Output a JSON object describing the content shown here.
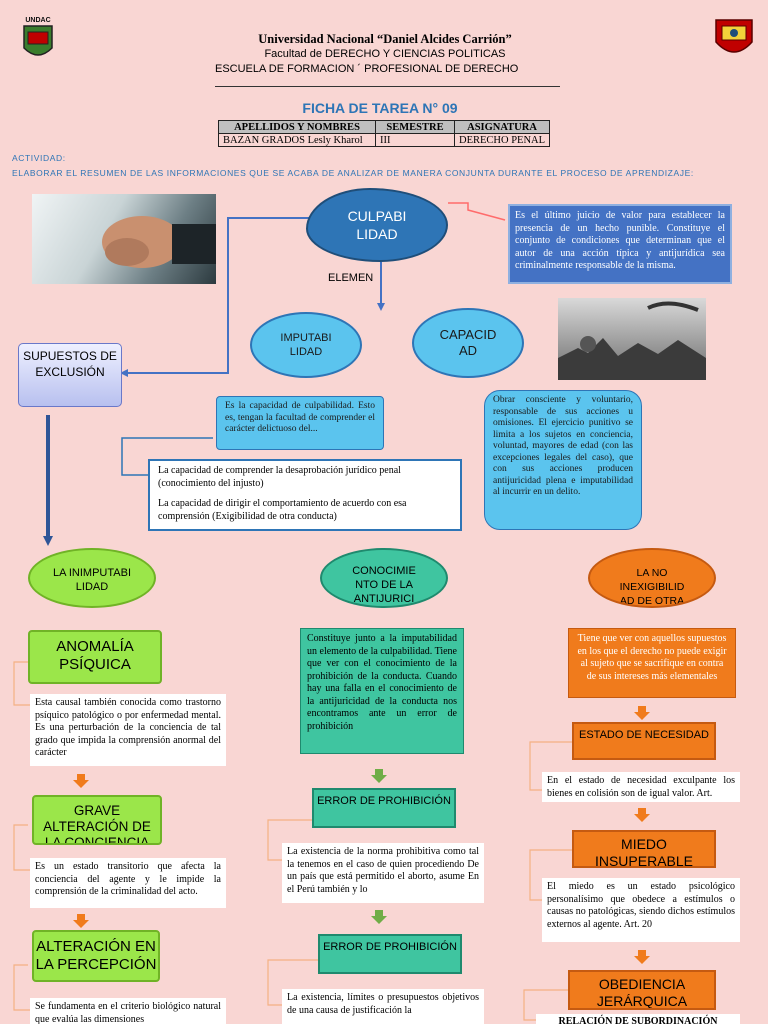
{
  "header": {
    "university": "Universidad Nacional “Daniel Alcides Carrión”",
    "faculty": "Facultad de DERECHO Y CIENCIAS POLITICAS",
    "school": "ESCUELA DE FORMACION ´ PROFESIONAL DE DERECHO",
    "logo_left_text": "UNDAC",
    "title": "FICHA DE TAREA N° 09"
  },
  "info_table": {
    "headers": [
      "APELLIDOS Y NOMBRES",
      "SEMESTRE",
      "ASIGNATURA"
    ],
    "row": [
      "BAZAN GRADOS Lesly Kharol",
      "III",
      "DERECHO PENAL"
    ]
  },
  "activity": {
    "label": "ACTIVIDAD:",
    "text": "ELABORAR EL RESUMEN DE LAS INFORMACIONES QUE SE ACABA DE ANALIZAR DE MANERA CONJUNTA DURANTE EL PROCESO DE APRENDIZAJE:"
  },
  "map": {
    "root": "CULPABI LIDAD",
    "root_definition": "Es el último juicio de valor para establecer la presencia de un hecho punible. Constituye el conjunto de condiciones que determinan que el autor de una acción típica y antijurídica sea criminalmente responsable de la misma.",
    "elements_label": "ELEMEN",
    "imputabilidad": "IMPUTABI LIDAD",
    "capacidad": "CAPACID AD",
    "supuestos": "SUPUESTOS DE EXCLUSIÓN",
    "imputabilidad_def": "Es la capacidad de culpabilidad. Esto es, tengan la facultad de comprender el carácter delictuoso del...",
    "capacidad_def": "Obrar consciente y voluntario, responsable de sus acciones u omisiones. El ejercicio punitivo se limita a los sujetos en conciencia, voluntad, mayores de edad (con las excepciones legales del caso), que con sus acciones producen antijuricidad plena e imputabilidad al incurrir en un delito.",
    "capacity_points": [
      "La capacidad de comprender la desaprobación jurídico penal (conocimiento del injusto)",
      "La capacidad de dirigir el comportamiento de acuerdo con esa comprensión (Exigibilidad de otra conducta)"
    ]
  },
  "col_left": {
    "head": "LA INIMPUTABI LIDAD",
    "items": [
      {
        "title": "ANOMALÍA PSÍQUICA",
        "text": "Esta causal también conocida como trastorno psíquico patológico o por enfermedad mental. Es una perturbación de la conciencia de tal grado que impida la comprensión anormal del carácter"
      },
      {
        "title": "GRAVE ALTERACIÓN DE LA CONCIENCIA",
        "text": "Es un estado transitorio que afecta la conciencia del agente y le impide la comprensión de la criminalidad del acto."
      },
      {
        "title": "ALTERACIÓN EN LA PERCEPCIÓN",
        "text": "Se fundamenta en el criterio biológico natural que evalúa las dimensiones"
      }
    ]
  },
  "col_mid": {
    "head": "CONOCIMIE NTO DE LA ANTIJURICI",
    "intro": "Constituye junto a la imputabilidad un elemento de la culpabilidad. Tiene que ver con el conocimiento de la prohibición de la conducta. Cuando hay una falla en el conocimiento de la antijuricidad de la conducta nos encontramos ante un error de prohibición",
    "items": [
      {
        "title": "ERROR DE PROHIBICIÓN",
        "text": "La existencia de la norma prohibitiva como tal la tenemos en el caso de quien procediendo De un país que está permitido el aborto, asume En el Perú también y lo"
      },
      {
        "title": "ERROR DE PROHIBICIÓN",
        "text": "La existencia, límites o presupuestos objetivos de una causa de justificación la"
      }
    ]
  },
  "col_right": {
    "head": "LA NO INEXIGIBILID AD DE OTRA",
    "intro": "Tiene que ver con aquellos supuestos en los que el derecho no puede exigir al sujeto que se sacrifique en contra de sus intereses más elementales",
    "items": [
      {
        "title": "ESTADO DE NECESIDAD",
        "text": "En el estado de necesidad exculpante los bienes en colisión son de igual valor. Art."
      },
      {
        "title": "MIEDO INSUPERABLE",
        "text": "El miedo es un estado psicológico personalísimo que obedece a estímulos o causas no patológicas, siendo dichos estímulos externos al agente. Art. 20"
      },
      {
        "title": "OBEDIENCIA JERÁRQUICA",
        "text": "RELACIÓN DE SUBORDINACIÓN"
      }
    ]
  }
}
